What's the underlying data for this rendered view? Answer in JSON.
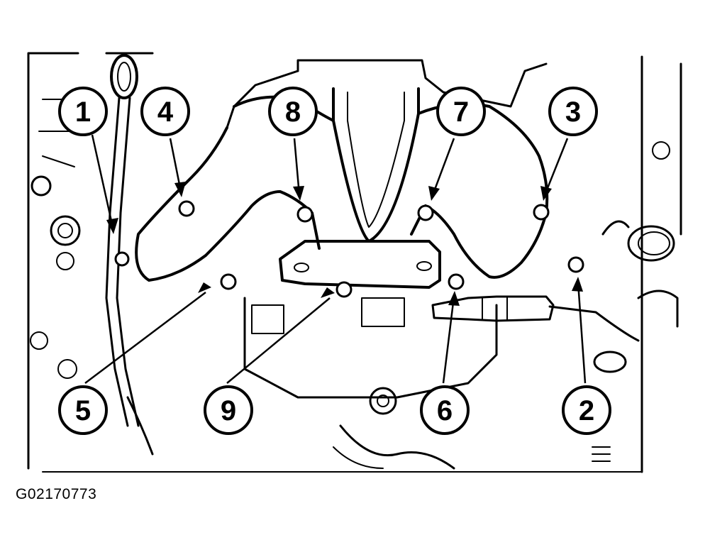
{
  "figure_id": "G02170773",
  "callouts": [
    {
      "label": "1"
    },
    {
      "label": "4"
    },
    {
      "label": "8"
    },
    {
      "label": "7"
    },
    {
      "label": "3"
    },
    {
      "label": "5"
    },
    {
      "label": "9"
    },
    {
      "label": "6"
    },
    {
      "label": "2"
    }
  ],
  "colors": {
    "line": "#000000",
    "background": "#ffffff"
  }
}
